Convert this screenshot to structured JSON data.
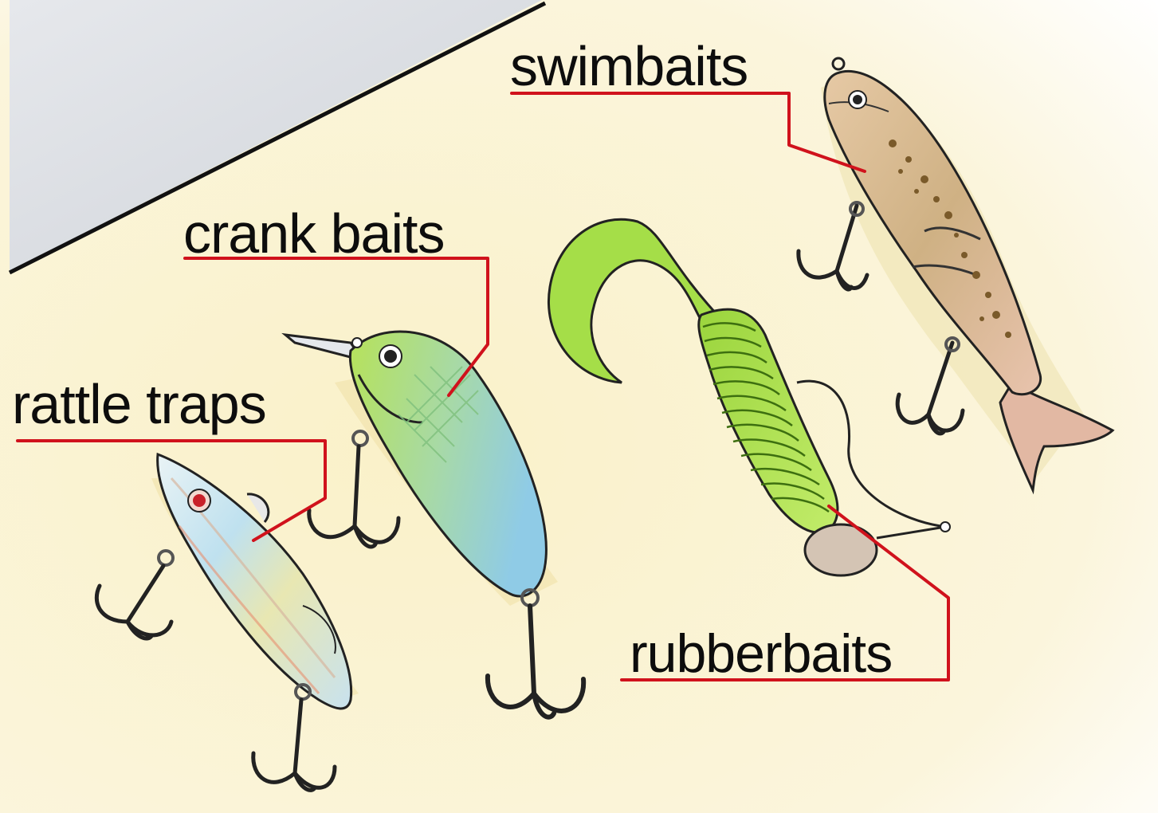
{
  "labels": {
    "swimbaits": "swimbaits",
    "crank_baits": "crank baits",
    "rattle_traps": "rattle traps",
    "rubberbaits": "rubberbaits"
  },
  "colors": {
    "background": "#faf3d2",
    "wall": "#d8dbe0",
    "leader_line": "#d0121c",
    "crank_green": "#a3d84a",
    "crank_blue": "#9fd3e8",
    "worm_green": "#a8e04e",
    "swimbait_body": "#d9bb8f",
    "rattle_body": "#c5e4f0",
    "hook": "#2a2a2a"
  }
}
